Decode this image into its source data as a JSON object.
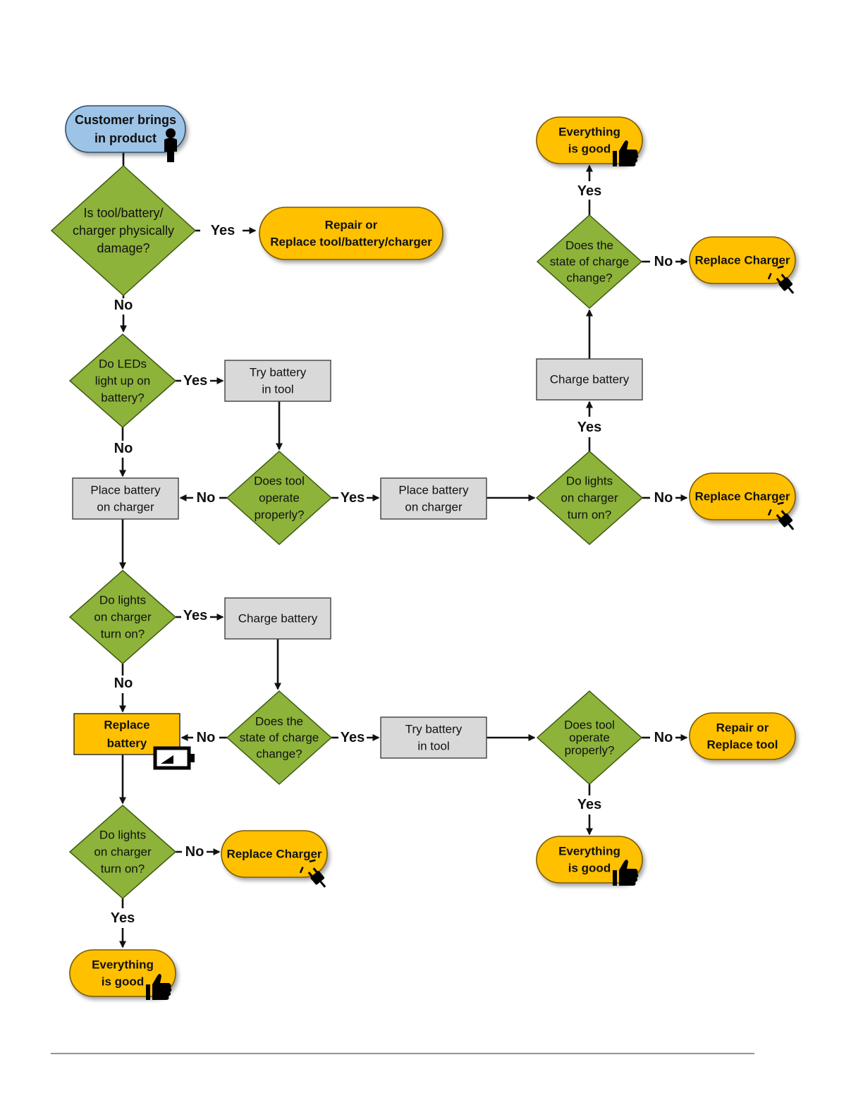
{
  "nodes": {
    "start": {
      "lines": [
        "Customer brings",
        "in product"
      ],
      "icon": "person-icon"
    },
    "q_damage": {
      "lines": [
        "Is tool/battery/",
        "charger physically",
        "damage?"
      ]
    },
    "t_repair_replace": {
      "lines": [
        "Repair or",
        "Replace tool/battery/charger"
      ]
    },
    "q_leds": {
      "lines": [
        "Do LEDs",
        "light up on",
        "battery?"
      ]
    },
    "p_try_battery_1": {
      "lines": [
        "Try battery",
        "in tool"
      ]
    },
    "q_tool_operate_1": {
      "lines": [
        "Does tool",
        "operate",
        "properly?"
      ]
    },
    "p_place_charger_left": {
      "lines": [
        "Place battery",
        "on charger"
      ]
    },
    "p_place_charger_mid": {
      "lines": [
        "Place battery",
        "on charger"
      ]
    },
    "q_lights_right": {
      "lines": [
        "Do lights",
        "on charger",
        "turn on?"
      ]
    },
    "t_replace_charger_mid": {
      "lines": [
        "Replace Charger"
      ],
      "icon": "broken-plug-icon"
    },
    "p_charge_battery_right": {
      "lines": [
        "Charge battery"
      ]
    },
    "q_soc_right": {
      "lines": [
        "Does the",
        "state of charge",
        "change?"
      ]
    },
    "t_replace_charger_top": {
      "lines": [
        "Replace Charger"
      ],
      "icon": "broken-plug-icon"
    },
    "t_good_top": {
      "lines": [
        "Everything",
        "is good"
      ],
      "icon": "thumbs-up-icon"
    },
    "q_lights_left": {
      "lines": [
        "Do lights",
        "on charger",
        "turn on?"
      ]
    },
    "p_charge_battery_left": {
      "lines": [
        "Charge battery"
      ]
    },
    "q_soc_left": {
      "lines": [
        "Does the",
        "state of charge",
        "change?"
      ]
    },
    "t_replace_battery": {
      "lines": [
        "Replace",
        "battery"
      ],
      "icon": "low-battery-icon"
    },
    "p_try_battery_2": {
      "lines": [
        "Try battery",
        "in tool"
      ]
    },
    "q_tool_operate_2": {
      "lines": [
        "Does tool",
        "operate",
        "properly?"
      ]
    },
    "t_repair_replace_tool": {
      "lines": [
        "Repair or",
        "Replace tool"
      ]
    },
    "t_good_mid": {
      "lines": [
        "Everything",
        "is good"
      ],
      "icon": "thumbs-up-icon"
    },
    "q_lights_bottom": {
      "lines": [
        "Do lights",
        "on charger",
        "turn on?"
      ]
    },
    "t_replace_charger_bottom": {
      "lines": [
        "Replace Charger"
      ],
      "icon": "broken-plug-icon"
    },
    "t_good_bottom": {
      "lines": [
        "Everything",
        "is good"
      ],
      "icon": "thumbs-up-icon"
    }
  },
  "edge_labels": {
    "yes": "Yes",
    "no": "No"
  },
  "colors": {
    "start_fill": "#9DC3E6",
    "decision_fill": "#8DB33A",
    "terminal_fill": "#FFC000",
    "process_fill": "#D9D9D9"
  }
}
